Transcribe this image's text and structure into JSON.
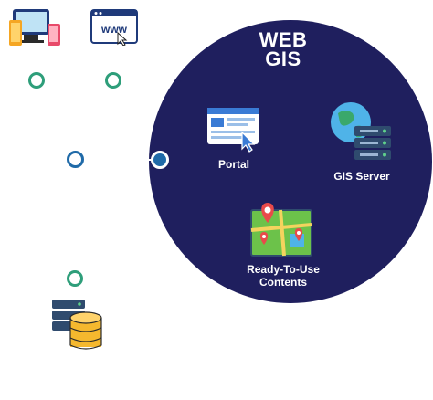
{
  "diagram": {
    "title_line1": "WEB",
    "title_line2": "GIS",
    "nodes": {
      "portal": "Portal",
      "gis_server": "GIS Server",
      "contents_line1": "Ready-To-Use",
      "contents_line2": "Contents"
    }
  },
  "icons": [
    "devices-icon",
    "browser-www-icon",
    "portal-screen-icon",
    "gis-server-icon",
    "map-icon",
    "database-server-icon"
  ],
  "colors": {
    "circle": "#1f1f5e",
    "ring_green": "#2e9e7a",
    "ring_blue": "#1f6aa8",
    "white": "#ffffff"
  }
}
